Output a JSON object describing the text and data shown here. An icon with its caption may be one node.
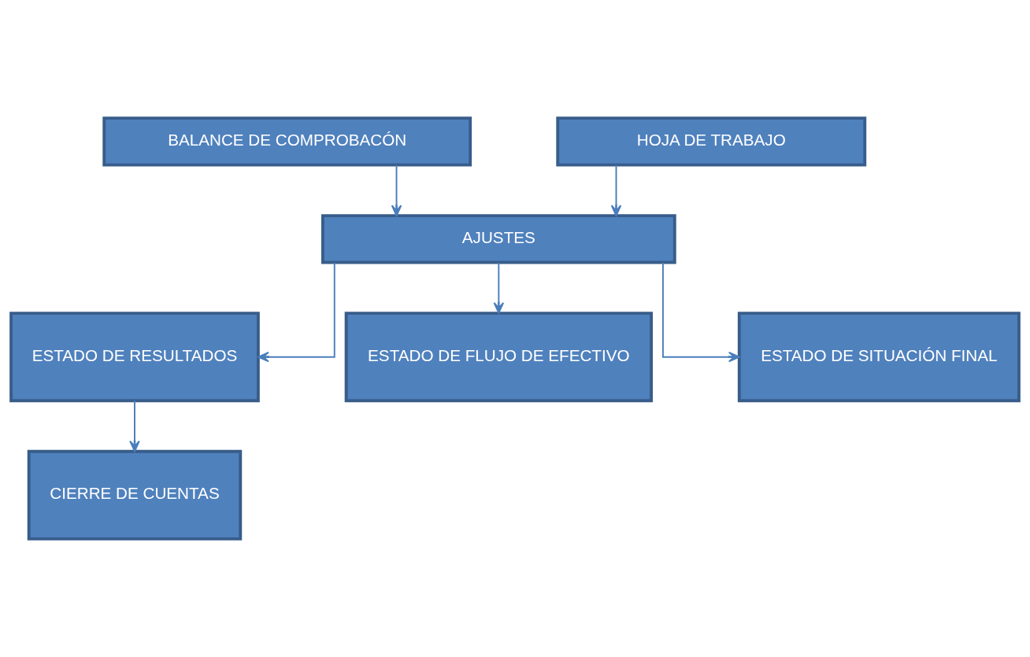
{
  "diagram": {
    "nodes": [
      {
        "text": [
          "BALANCE DE COMPROBACÓN"
        ]
      },
      {
        "text": [
          "HOJA DE TRABAJO"
        ]
      },
      {
        "text": [
          "AJUSTES"
        ]
      },
      {
        "text": [
          "ESTADO DE RESULTADOS"
        ]
      },
      {
        "text": [
          "ESTADO DE FLUJO DE EFECTIVO"
        ]
      },
      {
        "text": [
          "ESTADO DE SITUACIÓN FINAL"
        ]
      },
      {
        "text": [
          "CIERRE DE CUENTAS"
        ]
      }
    ],
    "edges": [
      {
        "from": 0,
        "to": 2,
        "arrow": "to"
      },
      {
        "from": 1,
        "to": 2,
        "arrow": "to"
      },
      {
        "from": 2,
        "to": 3,
        "arrow": "to"
      },
      {
        "from": 2,
        "to": 4,
        "arrow": "to"
      },
      {
        "from": 2,
        "to": 5,
        "arrow": "to"
      },
      {
        "from": 3,
        "to": 6,
        "arrow": "to"
      }
    ]
  }
}
